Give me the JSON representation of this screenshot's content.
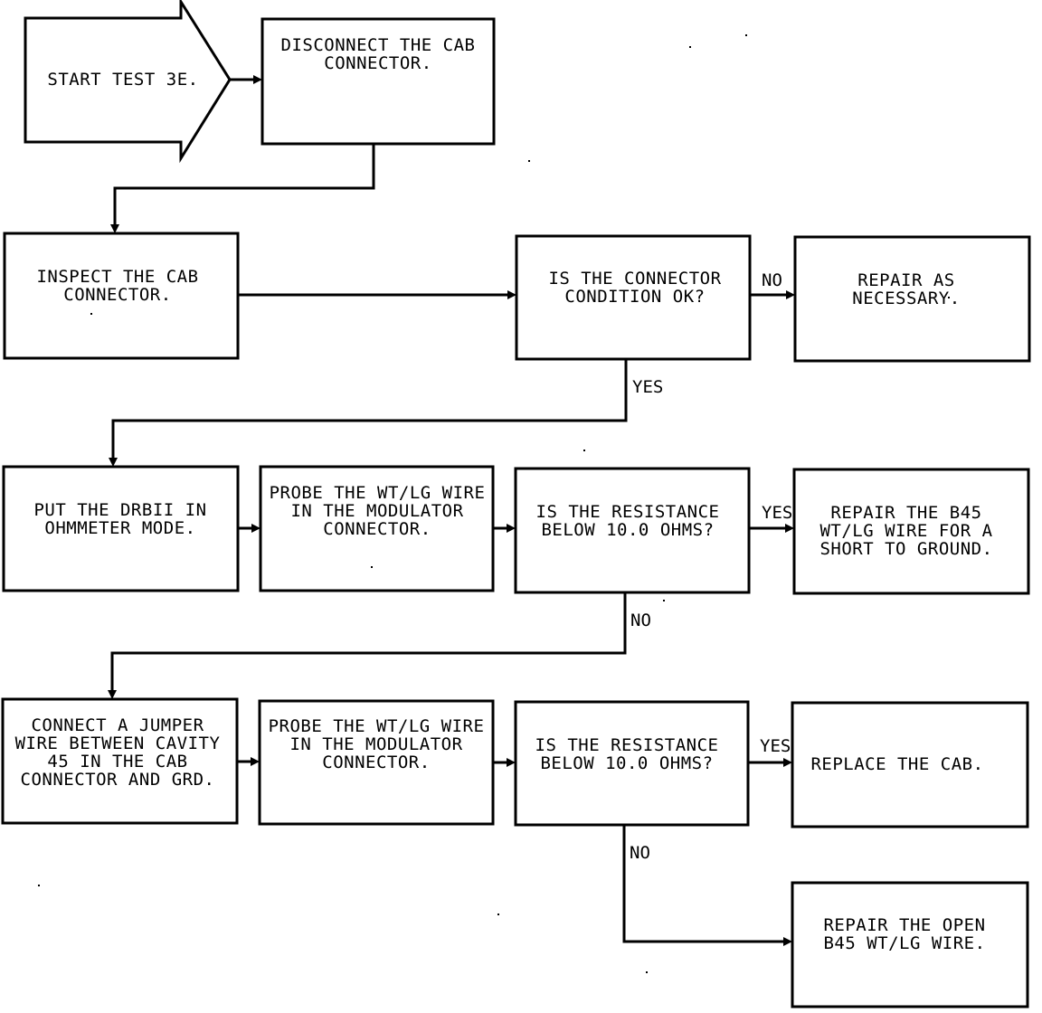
{
  "nodes": {
    "start": [
      "START TEST 3E."
    ],
    "n1": [
      "DISCONNECT THE CAB",
      "CONNECTOR."
    ],
    "n2": [
      "INSPECT THE CAB",
      "CONNECTOR."
    ],
    "n3": [
      "IS THE CONNECTOR",
      "CONDITION OK?"
    ],
    "n4": [
      "REPAIR AS",
      "NECESSARY."
    ],
    "n5": [
      "PUT THE DRBII IN",
      "OHMMETER MODE."
    ],
    "n6": [
      "PROBE THE WT/LG WIRE",
      "IN THE MODULATOR",
      "CONNECTOR."
    ],
    "n7": [
      "IS THE RESISTANCE",
      "BELOW 10.0 OHMS?"
    ],
    "n8": [
      "REPAIR THE B45",
      "WT/LG WIRE FOR A",
      "SHORT TO GROUND."
    ],
    "n9": [
      "CONNECT A JUMPER",
      "WIRE BETWEEN CAVITY",
      "45 IN THE CAB",
      "CONNECTOR AND GRD."
    ],
    "n10": [
      "PROBE THE WT/LG WIRE",
      "IN THE MODULATOR",
      "CONNECTOR."
    ],
    "n11": [
      "IS THE RESISTANCE",
      "BELOW 10.0 OHMS?"
    ],
    "n12": [
      "REPLACE THE CAB."
    ],
    "n13": [
      "REPAIR THE OPEN",
      "B45 WT/LG WIRE."
    ]
  },
  "edge_labels": {
    "n3_no": "NO",
    "n3_yes": "YES",
    "n7_yes": "YES",
    "n7_no": "NO",
    "n11_yes": "YES",
    "n11_no": "NO"
  }
}
